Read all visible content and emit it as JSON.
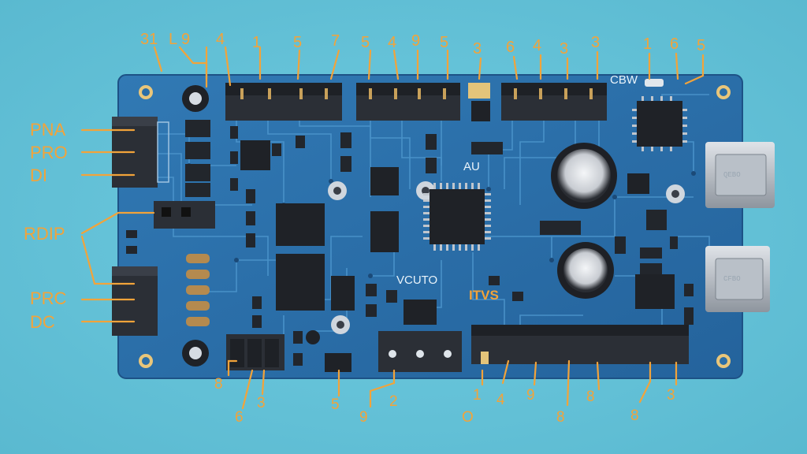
{
  "left_labels": [
    "PNA",
    "PRO",
    "DI",
    "RDIP",
    "PRC",
    "DC"
  ],
  "top_labels": [
    "31",
    "L 9",
    "4",
    "1",
    "5",
    "7",
    "5",
    "4",
    "9",
    "5",
    "3",
    "6",
    "4",
    "3",
    "3",
    "1",
    "6",
    "5"
  ],
  "bottom_labels": [
    "8",
    "6",
    "3",
    "5",
    "9",
    "2",
    "1",
    "O",
    "4",
    "9",
    "8",
    "8",
    "8",
    "3"
  ],
  "silkscreen": {
    "center_chip": "VCUTO",
    "itvs": "ITVS",
    "top_right": "CBW",
    "marker_a": "AU",
    "port_top": "QEBO",
    "port_bottom": "CFBO"
  },
  "colors": {
    "background": "#5ec3d8",
    "pcb": "#2a6ea8",
    "label": "#f2a33a",
    "header": "#2b2f36"
  }
}
